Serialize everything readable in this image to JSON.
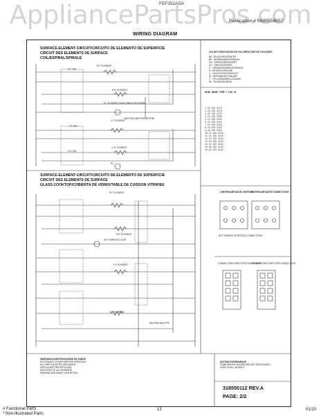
{
  "watermark": "AppliancePartsPros.com",
  "header": {
    "model": "FEF352ASA",
    "part_number_line": "Publication # 5995558557",
    "title": "WIRING DIAGRAM"
  },
  "diagram": {
    "top_section": {
      "title1": "SURFACE-ELEMENT-CIRCUIT/CIRCUITO DE ELEMENTO DE SUPERFICIE",
      "title2": "CIRCUIT DES ELEMENTS DE SURFACE",
      "title3": "COIL/ESPIRAL/SPIRALE",
      "labels": [
        "R.F. SW.",
        "R.F. ELEMENT",
        "R.R. ELEMENT",
        "P.L. ELEMENT ON/ELEMENTO/ELEMENT",
        "NEUTRAL/NEUTRO/NEUTRE",
        "L.F. SW.",
        "L.F. ELEMENT",
        "L.R. SW.",
        "L.R. ELEMENT",
        "P.L."
      ]
    },
    "color_key": {
      "title": "COLOR CODE/CODIGO DE COLORES/CODE DE COULEURS",
      "items": [
        "BK - BLACK/NEGRO/NOIR",
        "BR - BROWN/MARRON/BRUN",
        "GN - GREEN/VERDE/VERT",
        "GY - GRAY/GRIS/GRIS",
        "O - ORANGE/NARANJA/ORANGE",
        "R - RED/ROJO/ROUGE",
        "V - VIOLET/VIOLETA/VIOLET",
        "W - WHITE/BLANCO/BLANC",
        "Y - YELLOW/AMARILLO/JAUNE",
        "BL - BLUE/AZUL/BLEU"
      ]
    },
    "wire_table": {
      "header": "WIRE GAUGE TEMP C CSA UL",
      "rows": [
        "1 10 125 3173",
        "2 10 125 3173",
        "3 10 125 3173",
        "4 12 150 3135",
        "5 12 150 3135",
        "6 14 150 3122",
        "7 14 150 3122",
        "8 14 150 3122",
        "9 10 150 3122",
        "10 10 150 3122",
        "11 14 125 3122",
        "12 14 125 3122",
        "13 10 125 3122",
        "14 10 125 3122",
        "15 20 125 3122",
        "16 20 125 3122"
      ]
    },
    "bottom_section": {
      "title1": "SURFACE-ELEMENT-CIRCUIT/CIRCUITO DE ELEMENTO DE SUPERFICIE",
      "title2": "CIRCUIT DES ELEMENTS DE SURFACE",
      "title3": "GLASS COOKTOP/COBIERTA DE VIDRIO/TABLE DE CUISSON VITRIFIEE",
      "labels": [
        "R.F. ELEMENT",
        "R.R. ELEMENT",
        "L.F. ELEMENT",
        "L.R. ELEMENT",
        "HOT SURFACE LIGHT",
        "NEUTRAL/NEUTRO"
      ]
    },
    "limiter_box": {
      "title": "LIMITER/LIMITADOR LIMITEUR",
      "subtitle": "LIMITER/LIMITADOR CONNECTIONS",
      "note": "NOT REMOVE SHORTING CONNECTIONS"
    },
    "connector_box": {
      "labels": [
        "CONNECTOR/CONECTOR/CONNECTEUR",
        "CONNECTOR/CONECTOR/CONNECTEUR"
      ]
    },
    "warnings": {
      "left": [
        "WARNING/ADVERTENCIA/MISE EN GARDE",
        "DISCONNECT POWER BEFORE SERVICING",
        "ALL PARTS MUST BE GROUNDED",
        "UNPLUG BEFORE SERVICING",
        "DESCONECTE LA CORRIENTE",
        "DEBRANCHER AVANT L'ENTRETIEN"
      ],
      "right": [
        "NOTE/NOTA/REMARQUE",
        "COMPONENTS SHOWN ARE NOT NECESSARILY",
        "USED ON ALL MODELS"
      ]
    },
    "revision": "318550112 REV.A",
    "page": "PAGE: 2/2"
  },
  "footer": {
    "left_line1": "# Functional Parts",
    "left_line2": "* Non-Illustrated Parts",
    "page_number": "13",
    "date": "01/10"
  }
}
